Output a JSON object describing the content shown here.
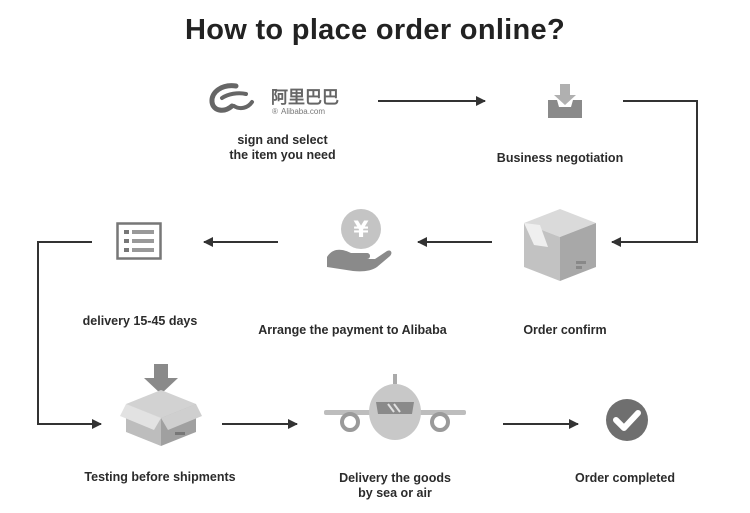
{
  "title": "How to place order online?",
  "logo": {
    "chinese": "阿里巴巴",
    "english": "Alibaba.com",
    "mark": "®"
  },
  "steps": [
    {
      "icon": "alibaba-logo-icon",
      "label": [
        "sign and select",
        "the item you need"
      ]
    },
    {
      "icon": "download-tray-icon",
      "label": [
        "Business negotiation"
      ]
    },
    {
      "icon": "box-icon",
      "label": [
        "Order confirm"
      ]
    },
    {
      "icon": "yen-payment-icon",
      "label": [
        "Arrange the payment to Alibaba"
      ]
    },
    {
      "icon": "checklist-icon",
      "label": [
        "delivery 15-45 days"
      ]
    },
    {
      "icon": "box-download-icon",
      "label": [
        "Testing before shipments"
      ]
    },
    {
      "icon": "airplane-icon",
      "label": [
        "Delivery the goods",
        "by sea or air"
      ]
    },
    {
      "icon": "check-circle-icon",
      "label": [
        "Order completed"
      ]
    }
  ],
  "colors": {
    "arrow": "#333333",
    "icon": "#8a8a8a",
    "icon_light": "#c4c4c4"
  }
}
